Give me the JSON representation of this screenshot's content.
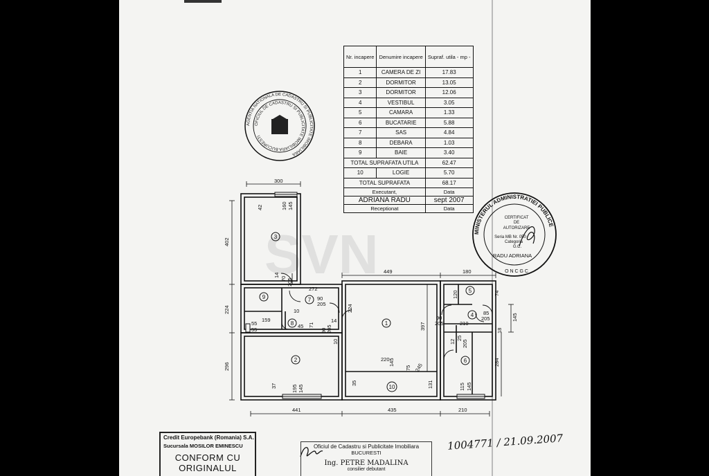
{
  "table": {
    "headers": {
      "number": "Nr. incapere",
      "name": "Denumire incapere",
      "area": "Supraf. utila - mp -"
    },
    "rooms": [
      {
        "no": "1",
        "name": "CAMERA DE ZI",
        "area": "17.83"
      },
      {
        "no": "2",
        "name": "DORMITOR",
        "area": "13.05"
      },
      {
        "no": "3",
        "name": "DORMITOR",
        "area": "12.06"
      },
      {
        "no": "4",
        "name": "VESTIBUL",
        "area": "3.05"
      },
      {
        "no": "5",
        "name": "CAMARA",
        "area": "1.33"
      },
      {
        "no": "6",
        "name": "BUCATARIE",
        "area": "5.88"
      },
      {
        "no": "7",
        "name": "SAS",
        "area": "4.84"
      },
      {
        "no": "8",
        "name": "DEBARA",
        "area": "1.03"
      },
      {
        "no": "9",
        "name": "BAIE",
        "area": "3.40"
      }
    ],
    "total_useful_label": "TOTAL SUPRAFATA UTILA",
    "total_useful_value": "62.47",
    "balcony": {
      "no": "10",
      "name": "LOGIE",
      "area": "5.70"
    },
    "total_label": "TOTAL SUPRAFATA",
    "total_value": "68.17",
    "executant_label": "Executant,",
    "date_label": "Data",
    "executant_name": "ADRIANA RADU",
    "executant_date": "sept 2007",
    "receptionat_label": "Receptionat",
    "receptionat_date": "Data"
  },
  "plan": {
    "dims": {
      "top_left": "300",
      "left_402": "402",
      "left_224": "224",
      "left_296": "296",
      "d449": "449",
      "d180": "180",
      "d441": "441",
      "d435": "435",
      "d210": "210",
      "d397": "397",
      "d284": "284",
      "d145": "145",
      "d74": "74",
      "d18": "18",
      "d160": "160",
      "d145b": "145",
      "d42": "42",
      "d14": "14",
      "d70": "70",
      "d205": "205",
      "d272": "272",
      "d90": "90",
      "d205b": "205",
      "d10": "10",
      "d159": "159",
      "d55": "55",
      "d55b": "55",
      "d45": "45",
      "d71": "71",
      "d14b": "14",
      "d90b": "90",
      "d205c": "205",
      "d10b": "10",
      "d224b": "224",
      "d37": "37",
      "d195": "195",
      "d145c": "145",
      "d35": "35",
      "d220": "220",
      "d145d": "145",
      "d75": "75",
      "d245": "245",
      "d131": "131",
      "d90c": "90",
      "d205d": "205",
      "d210b": "210",
      "d85": "85",
      "d205e": "205",
      "d12": "12",
      "d25": "25",
      "d205f": "205",
      "d115": "115",
      "d145e": "145",
      "d120": "120"
    },
    "room_labels": [
      "1",
      "2",
      "3",
      "4",
      "5",
      "6",
      "7",
      "8",
      "9",
      "10"
    ]
  },
  "stamps": {
    "agency_ring": "AGENTIA NATIONALA DE CADASTRU SI PUBLICITATE IMOBILIARA",
    "agency_inner": "OFICIUL DE CADASTRU SI PUBLICITATE IMOBILIARA BUCURESTI",
    "ministry_ring": "MINISTERUL ADMINISTRATIEI PUBLICE",
    "ministry_cert": "CERTIFICAT",
    "ministry_de": "DE",
    "ministry_aut": "AUTORIZARE",
    "ministry_series": "Seria MB Nr. 050",
    "ministry_cat": "Categoria",
    "ministry_gc": "G.C.",
    "ministry_name": "RADU ADRIANA",
    "ministry_bottom": "O N C G C",
    "bank_line1": "Credit Europebank (Romania) S.A.",
    "bank_line2": "Sucursala MOSILOR EMINESCU",
    "bank_line3": "CONFORM CU",
    "bank_line4": "ORIGINALUL",
    "cad_line1": "Oficiul de Cadastru si Publicitate Imobiliara",
    "cad_line2": "BUCURESTI",
    "cad_line3": "Ing. PETRE MADALINA",
    "cad_line4": "consilier debutant"
  },
  "handwritten": "1004771 / 21.09.2007",
  "watermark": "SVN"
}
